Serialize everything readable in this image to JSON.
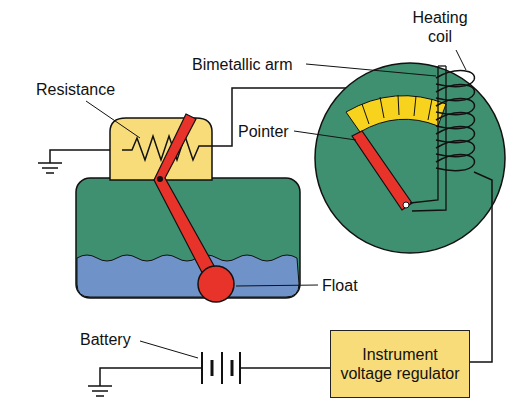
{
  "diagram": {
    "nodes": [
      {
        "text": [
          "Instrument voltage regulator"
        ]
      }
    ],
    "labels": [
      "Heating coil",
      "Bimetallic arm",
      "Resistance",
      "Pointer",
      "Float",
      "Battery"
    ]
  }
}
